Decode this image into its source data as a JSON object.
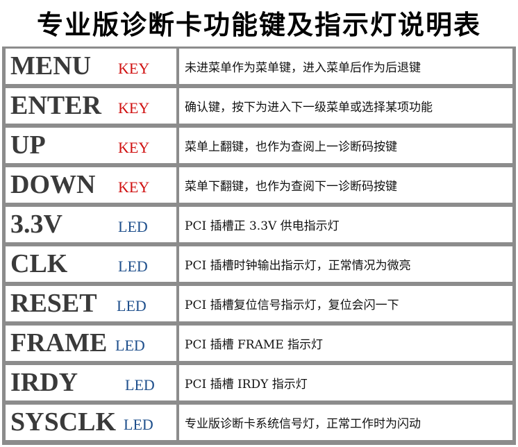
{
  "title": "专业版诊断卡功能键及指示灯说明表",
  "rows": [
    {
      "name": "MENU",
      "tag": "KEY",
      "desc": "未进菜单作为菜单键，进入菜单后作为后退键"
    },
    {
      "name": "ENTER",
      "tag": "KEY",
      "desc": "确认键，按下为进入下一级菜单或选择某项功能"
    },
    {
      "name": "UP",
      "tag": "KEY",
      "desc": "菜单上翻键，也作为查阅上一诊断码按键"
    },
    {
      "name": "DOWN",
      "tag": "KEY",
      "desc": "菜单下翻键，也作为查阅下一诊断码按键"
    },
    {
      "name": "3.3V",
      "tag": "LED",
      "desc": "PCI 插槽正 3.3V 供电指示灯"
    },
    {
      "name": "CLK",
      "tag": "LED",
      "desc": "PCI 插槽时钟输出指示灯，正常情况为微亮"
    },
    {
      "name": "RESET",
      "tag": "LED",
      "desc": "PCI 插槽复位信号指示灯，复位会闪一下"
    },
    {
      "name": "FRAME",
      "tag": "LED",
      "desc": "PCI 插槽 FRAME 指示灯"
    },
    {
      "name": "IRDY",
      "tag": "LED",
      "desc": "PCI 插槽 IRDY 指示灯"
    },
    {
      "name": "SYSCLK",
      "tag": "LED",
      "desc": "专业版诊断卡系统信号灯，正常工作时为闪动"
    }
  ],
  "colors": {
    "key": "#d01010",
    "led": "#1e4f8c",
    "grid": "#8c8c8c"
  }
}
